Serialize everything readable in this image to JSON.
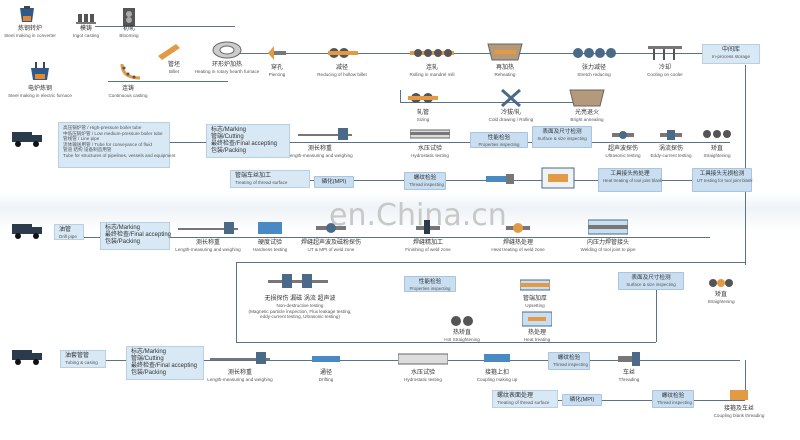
{
  "watermark": "en.China.cn",
  "row1": {
    "steelmaking_converter_zh": "炼钢转炉",
    "steelmaking_converter_en": "Steel making in converter",
    "ingot_casting_zh": "模铸",
    "ingot_casting_en": "Ingot casting",
    "blooming_zh": "初轧",
    "blooming_en": "Blooming",
    "billet_zh": "管坯",
    "billet_en": "Billet",
    "steelmaking_arc_zh": "电炉炼钢",
    "steelmaking_arc_en": "Steel making in electric furnace",
    "continuous_casting_zh": "连铸",
    "continuous_casting_en": "Continuous casting",
    "heating_zh": "环形炉加热",
    "heating_en": "Heating in rotary hearth furnace",
    "piercing_zh": "穿孔",
    "piercing_en": "Piercing",
    "reducing_hollow_zh": "减径",
    "reducing_hollow_en": "Reducing of hollow billet",
    "rolling_mill_zh": "连轧",
    "rolling_mill_en": "Rolling in mandrel mill",
    "reheating_zh": "再加热",
    "reheating_en": "Reheating",
    "stretch_reducing_zh": "张力减径",
    "stretch_reducing_en": "Stretch reducing",
    "cooling_zh": "冷却",
    "cooling_en": "Cooling on cooler",
    "inprocess_storage_zh": "中间库",
    "inprocess_storage_en": "In-process storage"
  },
  "row2": {
    "sizing_zh": "轧管",
    "sizing_en": "Sizing",
    "cold_drawing_zh": "冷拔/轧",
    "cold_drawing_en": "Cold drawing / Rolling",
    "bright_annealing_zh": "光亮退火",
    "bright_annealing_en": "Bright annealing",
    "surface_zh": "表面及尺寸检测",
    "surface_en": "Surface & size inspecting",
    "properties_zh": "性能检验",
    "properties_en": "Properties inspecting",
    "hydrostatic_zh": "水压试验",
    "hydrostatic_en": "Hydrostatic testing",
    "length_zh": "测长称重",
    "length_en": "Length-measuring and weighing",
    "marking_zh": "标志/Marking",
    "cutting_zh": "管端/Cutting",
    "final_zh": "最终检查/Final accepting",
    "packing_zh": "包装/Packing",
    "ultrasonic_zh": "超声波探伤",
    "ultrasonic_en": "Ultrasonic testing",
    "eddy_zh": "涡流探伤",
    "eddy_en": "Eddy-current testing",
    "straightening_zh": "矫直",
    "straightening_en": "Straightening"
  },
  "products": {
    "line1": "高压锅炉管 / High-pressure boiler tube",
    "line2": "中低压锅炉管 / Low medium-pressure boiler tube",
    "line3": "管线管 / Line pipe",
    "line4": "流体输送用管 / Tube for conveyance of fluid",
    "line5": "管道  结构   设备制造用管",
    "line6": "Tube for structures of pipelines, vessels and equipment"
  },
  "row3": {
    "finish_zh": "管端车丝加工",
    "finish_en": "Treating of thread surface",
    "phosphate_zh": "磷化(MPI)",
    "thread_zh": "螺纹检验",
    "thread_en": "Thread inspecting",
    "ut_zh": "工具接头无损检测",
    "ut_en": "UT testing for tool joint blank",
    "heat_treat_zh": "工具接头热处理",
    "heat_treat_en": "Heat treating of tool joint blank"
  },
  "row4": {
    "oil_pipe_zh": "油管",
    "oil_pipe_en": "Drill pipe",
    "marking_zh": "标志/Marking",
    "final_zh": "最终检查/Final accepting",
    "packing_zh": "包装/Packing",
    "length_zh": "测长称重",
    "length_en": "Length-measuring and weighing",
    "hardness_zh": "硬度试验",
    "hardness_en": "Hardness testing",
    "ndt_zh": "焊缝超声波及磁粉探伤",
    "ndt_en": "UT & MPI of weld zone",
    "finishing_zh": "焊缝精加工",
    "finishing_en": "Finishing of weld zone",
    "heat_weld_zh": "焊缝热处理",
    "heat_weld_en": "Heat treating of weld zone",
    "friction_zh": "内压力焊管接头",
    "friction_en": "Welding of tool joint to pipe"
  },
  "row5": {
    "ndt_zh": "无损探伤  漏磁  涡流  超声波",
    "ndt_en1": "Non-destructive testing",
    "ndt_en2": "(Magnetic particle inspection, Flux leakage testing,",
    "ndt_en3": "eddy-current testing, Ultrasonic testing)",
    "properties_zh": "性能检验",
    "properties_en": "Properties inspecting",
    "upsetting_zh": "管端加厚",
    "upsetting_en": "Upsetting",
    "heat_treat_zh": "热处理",
    "heat_treat_en": "Heat treating",
    "hot_straight_zh": "热矫直",
    "hot_straight_en": "Hot Straightening",
    "surface_zh": "表面及尺寸检测",
    "surface_en": "Surface & size inspecting",
    "straight_zh": "矫直",
    "straight_en": "Straightening"
  },
  "row6": {
    "tubing_zh": "油套管管",
    "tubing_en": "Tubing & casing",
    "marking_zh": "标志/Marking",
    "cutting_zh": "管端/Cutting",
    "final_zh": "最终检查/Final accepting",
    "packing_zh": "包装/Packing",
    "length_zh": "测长称重",
    "length_en": "Length-measuring and weighing",
    "drifting_zh": "通径",
    "drifting_en": "Drifting",
    "hydro_zh": "水压试验",
    "hydro_en": "Hydrostatic testing",
    "coupling_zh": "接箍上扣",
    "coupling_en": "Coupling making up",
    "thread_insp_zh": "螺纹检验",
    "thread_insp_en": "Thread inspecting",
    "threading_zh": "车丝",
    "threading_en": "Threading",
    "treat_zh": "螺纹表面处理",
    "treat_en": "Treating of thread surface",
    "phosphate_zh": "磷化(MPI)",
    "coupling_thread_zh": "接箍及车丝",
    "coupling_thread_en": "Coupling blank threading",
    "thread_insp2_zh": "螺纹检验",
    "thread_insp2_en": "Thread inspecting"
  }
}
